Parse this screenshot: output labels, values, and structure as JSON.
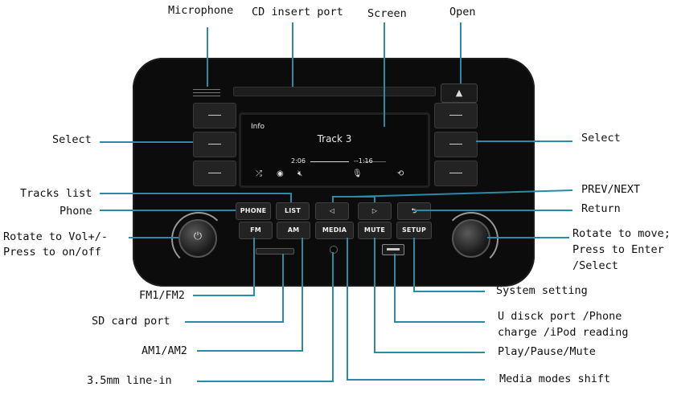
{
  "labels": {
    "microphone": "Microphone",
    "cd_insert_port": "CD insert port",
    "screen": "Screen",
    "open": "Open",
    "select_left": "Select",
    "select_right": "Select",
    "tracks_list": "Tracks list",
    "phone": "Phone",
    "prev_next": "PREV/NEXT",
    "return": "Return",
    "rotate_vol_1": "Rotate to Vol+/-",
    "rotate_vol_2": "Press to on/off",
    "rotate_move_1": "Rotate to move;",
    "rotate_move_2": "Press to Enter",
    "rotate_move_3": "/Select",
    "fm1_fm2": "FM1/FM2",
    "system_setting": "System setting",
    "sd_card_port": "SD card port",
    "u_disk_1": "U disck port /Phone",
    "u_disk_2": "charge /iPod reading",
    "am1_am2": "AM1/AM2",
    "play_pause_mute": "Play/Pause/Mute",
    "line_in": "3.5mm line-in",
    "media_modes_shift": "Media modes shift"
  },
  "screen": {
    "info": "Info",
    "track": "Track 3",
    "elapsed": "2:06",
    "remaining": "--1:16",
    "icons": [
      "shuffle-icon",
      "disc-icon",
      "mute-icon",
      "microphone-icon",
      "repeat-icon"
    ]
  },
  "buttons": {
    "phone": "PHONE",
    "list": "LIST",
    "prev": "◁",
    "next": "▷",
    "return": "⮌",
    "fm": "FM",
    "am": "AM",
    "media": "MEDIA",
    "mute": "MUTE",
    "setup": "SETUP",
    "open": "▲"
  },
  "colors": {
    "leader": "#2b8aa6",
    "unit_body": "#0c0c0c"
  }
}
